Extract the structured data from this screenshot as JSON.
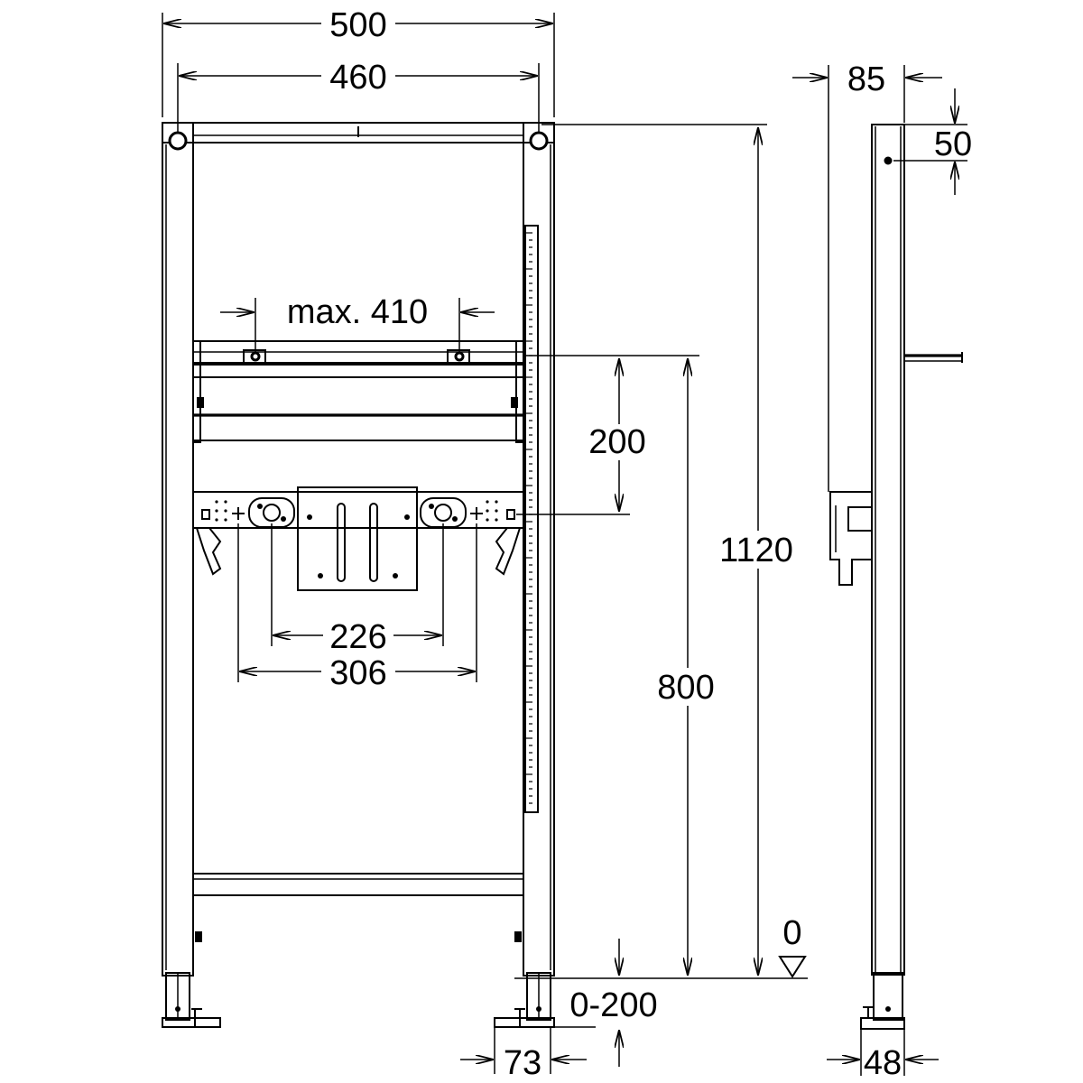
{
  "dimensions": {
    "width_outer": "500",
    "width_inner": "460",
    "support_span": "max. 410",
    "support_spacing": "200",
    "fitting_226": "226",
    "fitting_306": "306",
    "total_height": "1120",
    "connection_height": "800",
    "floor_level": "0",
    "foot_range": "0-200",
    "foot_offset": "73",
    "depth": "85",
    "top_offset": "50",
    "foot_depth": "48"
  }
}
